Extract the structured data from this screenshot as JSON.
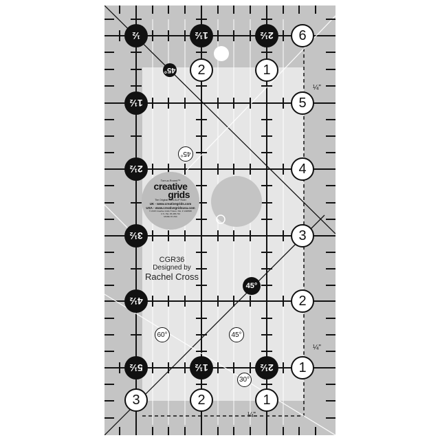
{
  "product": {
    "model": "CGR36",
    "designed_by_label": "Designed by",
    "designer": "Rachel Cross"
  },
  "logo": {
    "tagline": "Turn-a-Round™",
    "brand_line1": "creative",
    "brand_line2": "grids",
    "subtitle": "The Original NON-SLIP Ruler",
    "url_uk": "UK - www.creativegrids.com",
    "url_usa": "USA - www.creativegridsusa.com",
    "copyright": "© 2015 Creative Grids ® Euro. Pat. # 1328695",
    "patent": "U.S. Pat. #6,405,734",
    "origin": "MADE IN USA"
  },
  "markings": {
    "left_column": [
      "½",
      "1½",
      "2½",
      "3½",
      "4½",
      "5½"
    ],
    "top_row_black": [
      "½",
      "1½",
      "2½"
    ],
    "top_row_white": [
      "2",
      "1"
    ],
    "right_column": [
      "6",
      "5",
      "4",
      "3",
      "2",
      "1"
    ],
    "bottom_row_black": [
      "5½",
      "1½",
      "2½"
    ],
    "bottom_row_white": [
      "3",
      "2",
      "1"
    ],
    "angles": [
      "45°",
      "45°",
      "45°",
      "60°",
      "45°",
      "30°"
    ],
    "seam_allowance": "¼\""
  },
  "colors": {
    "ruler_body": "#e4e4e4",
    "border_band": "#bdbdbd",
    "ink": "#111111"
  }
}
